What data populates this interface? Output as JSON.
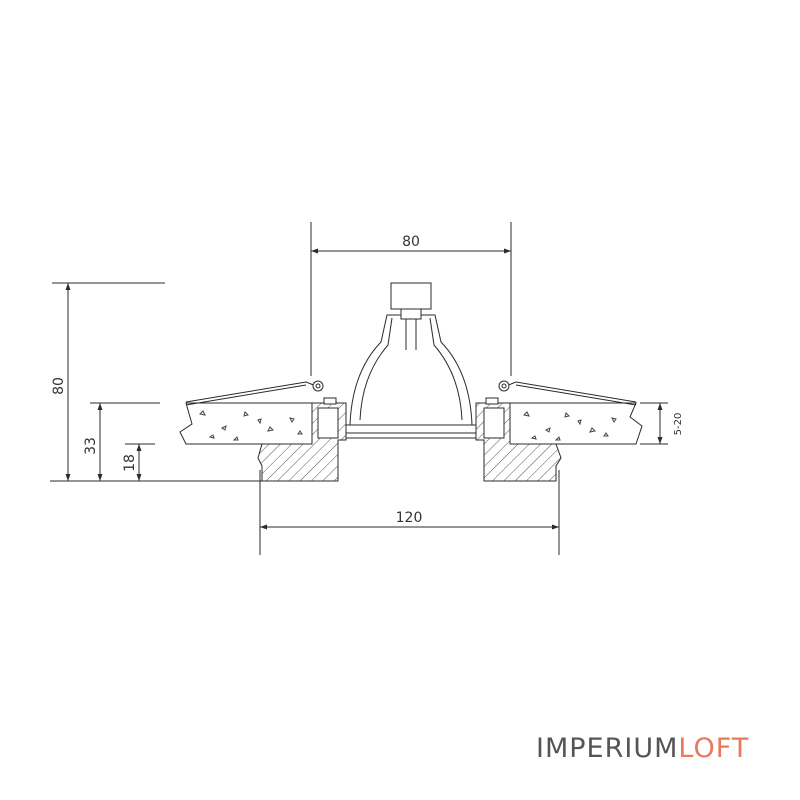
{
  "dimensions": {
    "top_width": "80",
    "bottom_width": "120",
    "total_height": "80",
    "mid_height": "33",
    "low_height": "18",
    "ceiling_thickness": "5-20"
  },
  "brand": {
    "part1": "IMPERIUM",
    "part2": "LOFT"
  },
  "colors": {
    "line": "#2b2b2b",
    "brand_gray": "#555555",
    "brand_accent": "#e8795a"
  }
}
